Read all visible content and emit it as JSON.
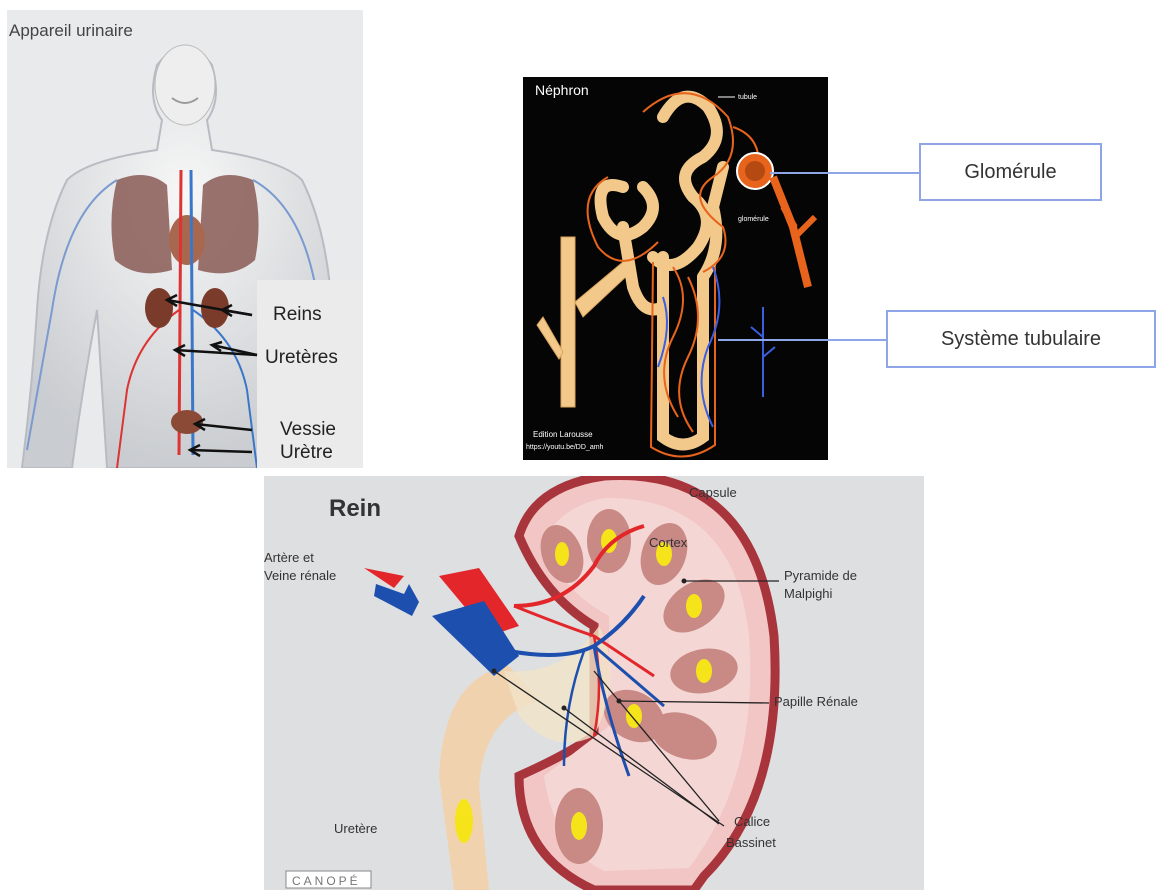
{
  "urinary": {
    "title": "Appareil urinaire",
    "labels": {
      "reins": "Reins",
      "ureteres": "Uretères",
      "vessie": "Vessie",
      "uretre": "Urètre"
    }
  },
  "nephron": {
    "title": "Néphron",
    "small_labels": {
      "tubule": "tubule",
      "glomerule": "glomérule"
    },
    "credit_line1": "Edition Larousse",
    "credit_line2": "https://youtu.be/DD_amh",
    "callouts": {
      "glomerule": "Glomérule",
      "tubulaire": "Système tubulaire"
    }
  },
  "kidney": {
    "title": "Rein",
    "labels": {
      "artere_line1": "Artère et",
      "artere_line2": "Veine rénale",
      "capsule": "Capsule",
      "cortex": "Cortex",
      "pyramide_line1": "Pyramide de",
      "pyramide_line2": "Malpighi",
      "papille": "Papille Rénale",
      "calice": "Calice",
      "bassinet": "Bassinet",
      "uretere": "Uretère"
    },
    "logo_text": "CANOPÉ"
  },
  "colors": {
    "callout_border": "#8ea6e8",
    "artery_red": "#e2262a",
    "vein_blue": "#1d4fae",
    "nephron_orange": "#e8641c",
    "tubule_cream": "#f2c98a"
  }
}
